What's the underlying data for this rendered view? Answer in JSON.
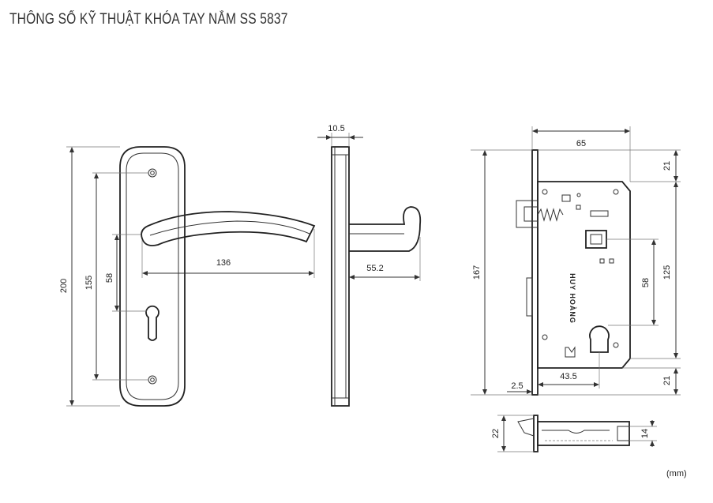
{
  "title": "THÔNG SỐ KỸ THUẬT KHÓA TAY NẮM SS 5837",
  "unit": "(mm)",
  "brand_mark": "HUY HOÀNG",
  "dimensions": {
    "plate_height": "200",
    "screw_spacing": "155",
    "center_to_cylinder": "58",
    "handle_length": "136",
    "side_thickness": "10.5",
    "handle_projection": "55.2",
    "body_width": "65",
    "top_offset": "21",
    "lock_height": "167",
    "inner_height": "125",
    "cylinder_distance": "58",
    "bottom_offset": "21",
    "faceplate": "2.5",
    "backset": "43.5",
    "bottom_width": "22",
    "bottom_latch": "14"
  }
}
